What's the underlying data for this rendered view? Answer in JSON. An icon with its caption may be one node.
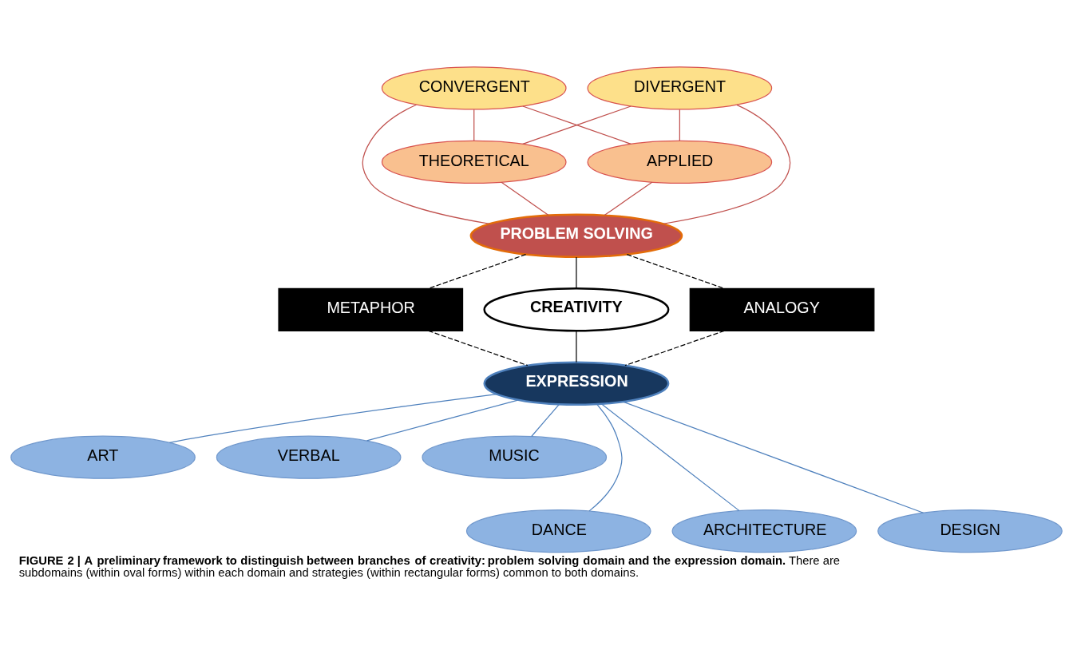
{
  "diagram": {
    "caption": "**FIGURE 2 | A preliminary framework to distinguish between branches of creativity: problem solving domain and the expression domain.** There are subdomains (within oval forms) within each domain and strategies (within rectangular forms) common to both domains.",
    "nodes": [
      {
        "text": [
          "CONVERGENT"
        ]
      },
      {
        "text": [
          "DIVERGENT"
        ]
      },
      {
        "text": [
          "THEORETICAL"
        ]
      },
      {
        "text": [
          "APPLIED"
        ]
      },
      {
        "text": [
          "PROBLEM SOLVING"
        ]
      },
      {
        "text": [
          "METAPHOR"
        ]
      },
      {
        "text": [
          "CREATIVITY"
        ]
      },
      {
        "text": [
          "ANALOGY"
        ]
      },
      {
        "text": [
          "EXPRESSION"
        ]
      },
      {
        "text": [
          "ART"
        ]
      },
      {
        "text": [
          "VERBAL"
        ]
      },
      {
        "text": [
          "MUSIC"
        ]
      },
      {
        "text": [
          "DANCE"
        ]
      },
      {
        "text": [
          "ARCHITECTURE"
        ]
      },
      {
        "text": [
          "DESIGN"
        ]
      }
    ],
    "edges": [
      {
        "from": 0,
        "to": 2,
        "arrow": "none",
        "color": "#c0504d"
      },
      {
        "from": 0,
        "to": 3,
        "arrow": "none",
        "color": "#c0504d"
      },
      {
        "from": 1,
        "to": 2,
        "arrow": "none",
        "color": "#c0504d"
      },
      {
        "from": 1,
        "to": 3,
        "arrow": "none",
        "color": "#c0504d"
      },
      {
        "from": 0,
        "to": 4,
        "arrow": "none",
        "color": "#c0504d"
      },
      {
        "from": 1,
        "to": 4,
        "arrow": "none",
        "color": "#c0504d"
      },
      {
        "from": 2,
        "to": 4,
        "arrow": "none",
        "color": "#c0504d"
      },
      {
        "from": 3,
        "to": 4,
        "arrow": "none",
        "color": "#c0504d"
      },
      {
        "from": 4,
        "to": 5,
        "arrow": "none",
        "style": "dashed",
        "color": "#000000"
      },
      {
        "from": 4,
        "to": 6,
        "arrow": "none",
        "color": "#000000"
      },
      {
        "from": 4,
        "to": 7,
        "arrow": "none",
        "style": "dashed",
        "color": "#000000"
      },
      {
        "from": 5,
        "to": 8,
        "arrow": "none",
        "style": "dashed",
        "color": "#000000"
      },
      {
        "from": 6,
        "to": 8,
        "arrow": "none",
        "color": "#000000"
      },
      {
        "from": 7,
        "to": 8,
        "arrow": "none",
        "style": "dashed",
        "color": "#000000"
      },
      {
        "from": 8,
        "to": 9,
        "arrow": "none",
        "color": "#4f81bd"
      },
      {
        "from": 8,
        "to": 10,
        "arrow": "none",
        "color": "#4f81bd"
      },
      {
        "from": 8,
        "to": 11,
        "arrow": "none",
        "color": "#4f81bd"
      },
      {
        "from": 8,
        "to": 12,
        "arrow": "none",
        "color": "#4f81bd"
      },
      {
        "from": 8,
        "to": 13,
        "arrow": "none",
        "color": "#4f81bd"
      },
      {
        "from": 8,
        "to": 14,
        "arrow": "none",
        "color": "#4f81bd"
      }
    ]
  }
}
